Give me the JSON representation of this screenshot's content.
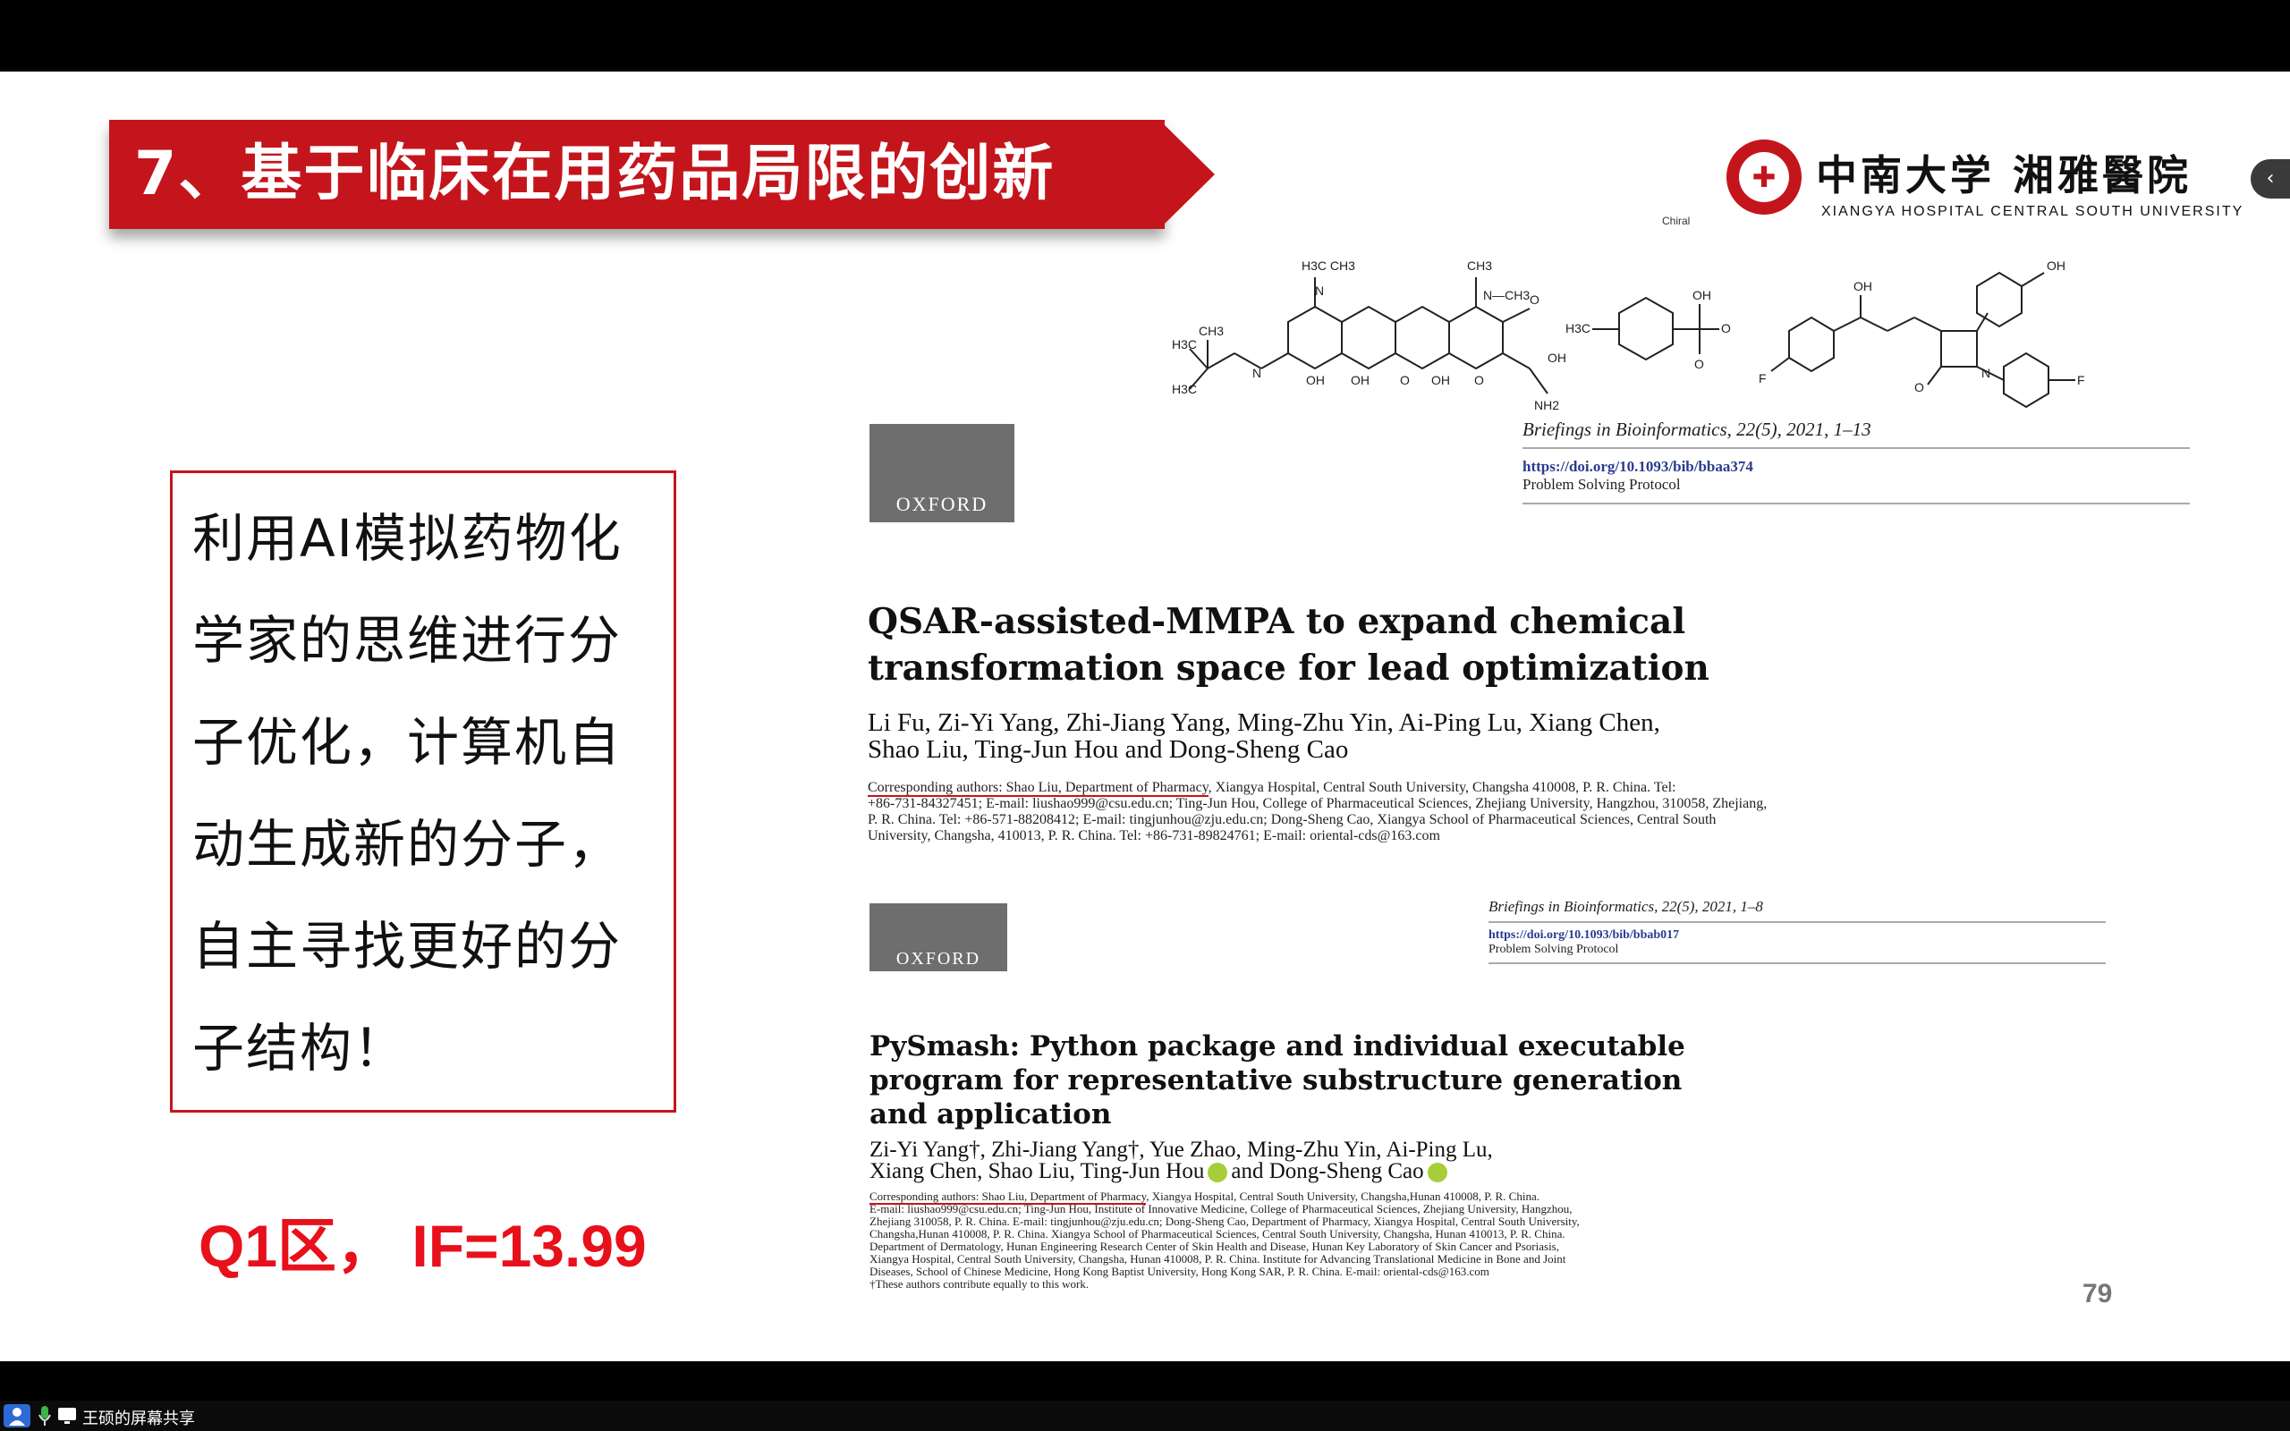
{
  "slide": {
    "title": "7、基于临床在用药品局限的创新",
    "logo_cn": "中南大学 湘雅醫院",
    "logo_en": "XIANGYA HOSPITAL CENTRAL SOUTH UNIVERSITY",
    "chem_chiral_label": "Chiral",
    "textbox_lines": [
      "利用AI模拟药物化",
      "学家的思维进行分",
      "子优化，计算机自",
      "动生成新的分子，",
      "自主寻找更好的分",
      "子结构！"
    ],
    "impact": "Q1区， IF=13.99",
    "page_number": "79",
    "paper1": {
      "publisher": "OXFORD",
      "journal": "Briefings in Bioinformatics, 22(5), 2021, 1–13",
      "doi": "https://doi.org/10.1093/bib/bbaa374",
      "protocol": "Problem Solving Protocol",
      "title_lines": [
        "QSAR-assisted-MMPA to expand chemical",
        "transformation space for lead optimization"
      ],
      "author_lines": [
        "Li Fu, Zi-Yi Yang, Zhi-Jiang Yang, Ming-Zhu Yin, Ai-Ping Lu, Xiang Chen,",
        "Shao Liu, Ting-Jun Hou and Dong-Sheng Cao"
      ],
      "corr_underlined": "Corresponding authors: Shao Liu, Department of Pharmacy",
      "corr_lines": [
        ", Xiangya Hospital, Central South University, Changsha 410008, P. R. China. Tel:",
        "+86-731-84327451; E-mail: liushao999@csu.edu.cn; Ting-Jun Hou, College of Pharmaceutical Sciences, Zhejiang University, Hangzhou, 310058, Zhejiang,",
        "P. R. China. Tel: +86-571-88208412; E-mail: tingjunhou@zju.edu.cn; Dong-Sheng Cao, Xiangya School of Pharmaceutical Sciences, Central South",
        "University, Changsha, 410013, P. R. China. Tel: +86-731-89824761; E-mail: oriental-cds@163.com"
      ]
    },
    "paper2": {
      "publisher": "OXFORD",
      "journal": "Briefings in Bioinformatics, 22(5), 2021, 1–8",
      "doi": "https://doi.org/10.1093/bib/bbab017",
      "protocol": "Problem Solving Protocol",
      "title_lines": [
        "PySmash: Python package and individual executable",
        "program for representative substructure generation",
        "and application"
      ],
      "author_lines": [
        "Zi-Yi Yang†, Zhi-Jiang Yang†, Yue Zhao, Ming-Zhu Yin, Ai-Ping Lu,",
        "Xiang Chen, Shao Liu, Ting-Jun Hou",
        "and Dong-Sheng Cao"
      ],
      "corr_underlined": "Corresponding authors: Shao Liu, Department of Pharmacy",
      "corr_lines": [
        ", Xiangya Hospital, Central South University, Changsha,Hunan 410008, P. R. China.",
        "E-mail: liushao999@csu.edu.cn; Ting-Jun Hou, Institute of Innovative Medicine, College of Pharmaceutical Sciences, Zhejiang University, Hangzhou,",
        "Zhejiang 310058, P. R. China. E-mail: tingjunhou@zju.edu.cn; Dong-Sheng Cao, Department of Pharmacy, Xiangya Hospital, Central South University,",
        "Changsha,Hunan 410008, P. R. China. Xiangya School of Pharmaceutical Sciences, Central South University, Changsha, Hunan 410013, P. R. China.",
        "Department of Dermatology, Hunan Engineering Research Center of Skin Health and Disease, Hunan Key Laboratory of Skin Cancer and Psoriasis,",
        "Xiangya Hospital, Central South University, Changsha, Hunan 410008, P. R. China. Institute for Advancing Translational Medicine in Bone and Joint",
        "Diseases, School of Chinese Medicine, Hong Kong Baptist University, Hong Kong SAR, P. R. China. E-mail: oriental-cds@163.com",
        "†These authors contribute equally to this work."
      ]
    }
  },
  "taskbar": {
    "share_label": "王硕的屏幕共享"
  },
  "colors": {
    "accent_red": "#c4151c",
    "impact_red": "#e8101a",
    "doi_blue": "#2a3b8f"
  },
  "icons": [
    "chevron-left-icon",
    "user-icon",
    "microphone-icon",
    "screen-share-icon",
    "hospital-seal-icon"
  ]
}
